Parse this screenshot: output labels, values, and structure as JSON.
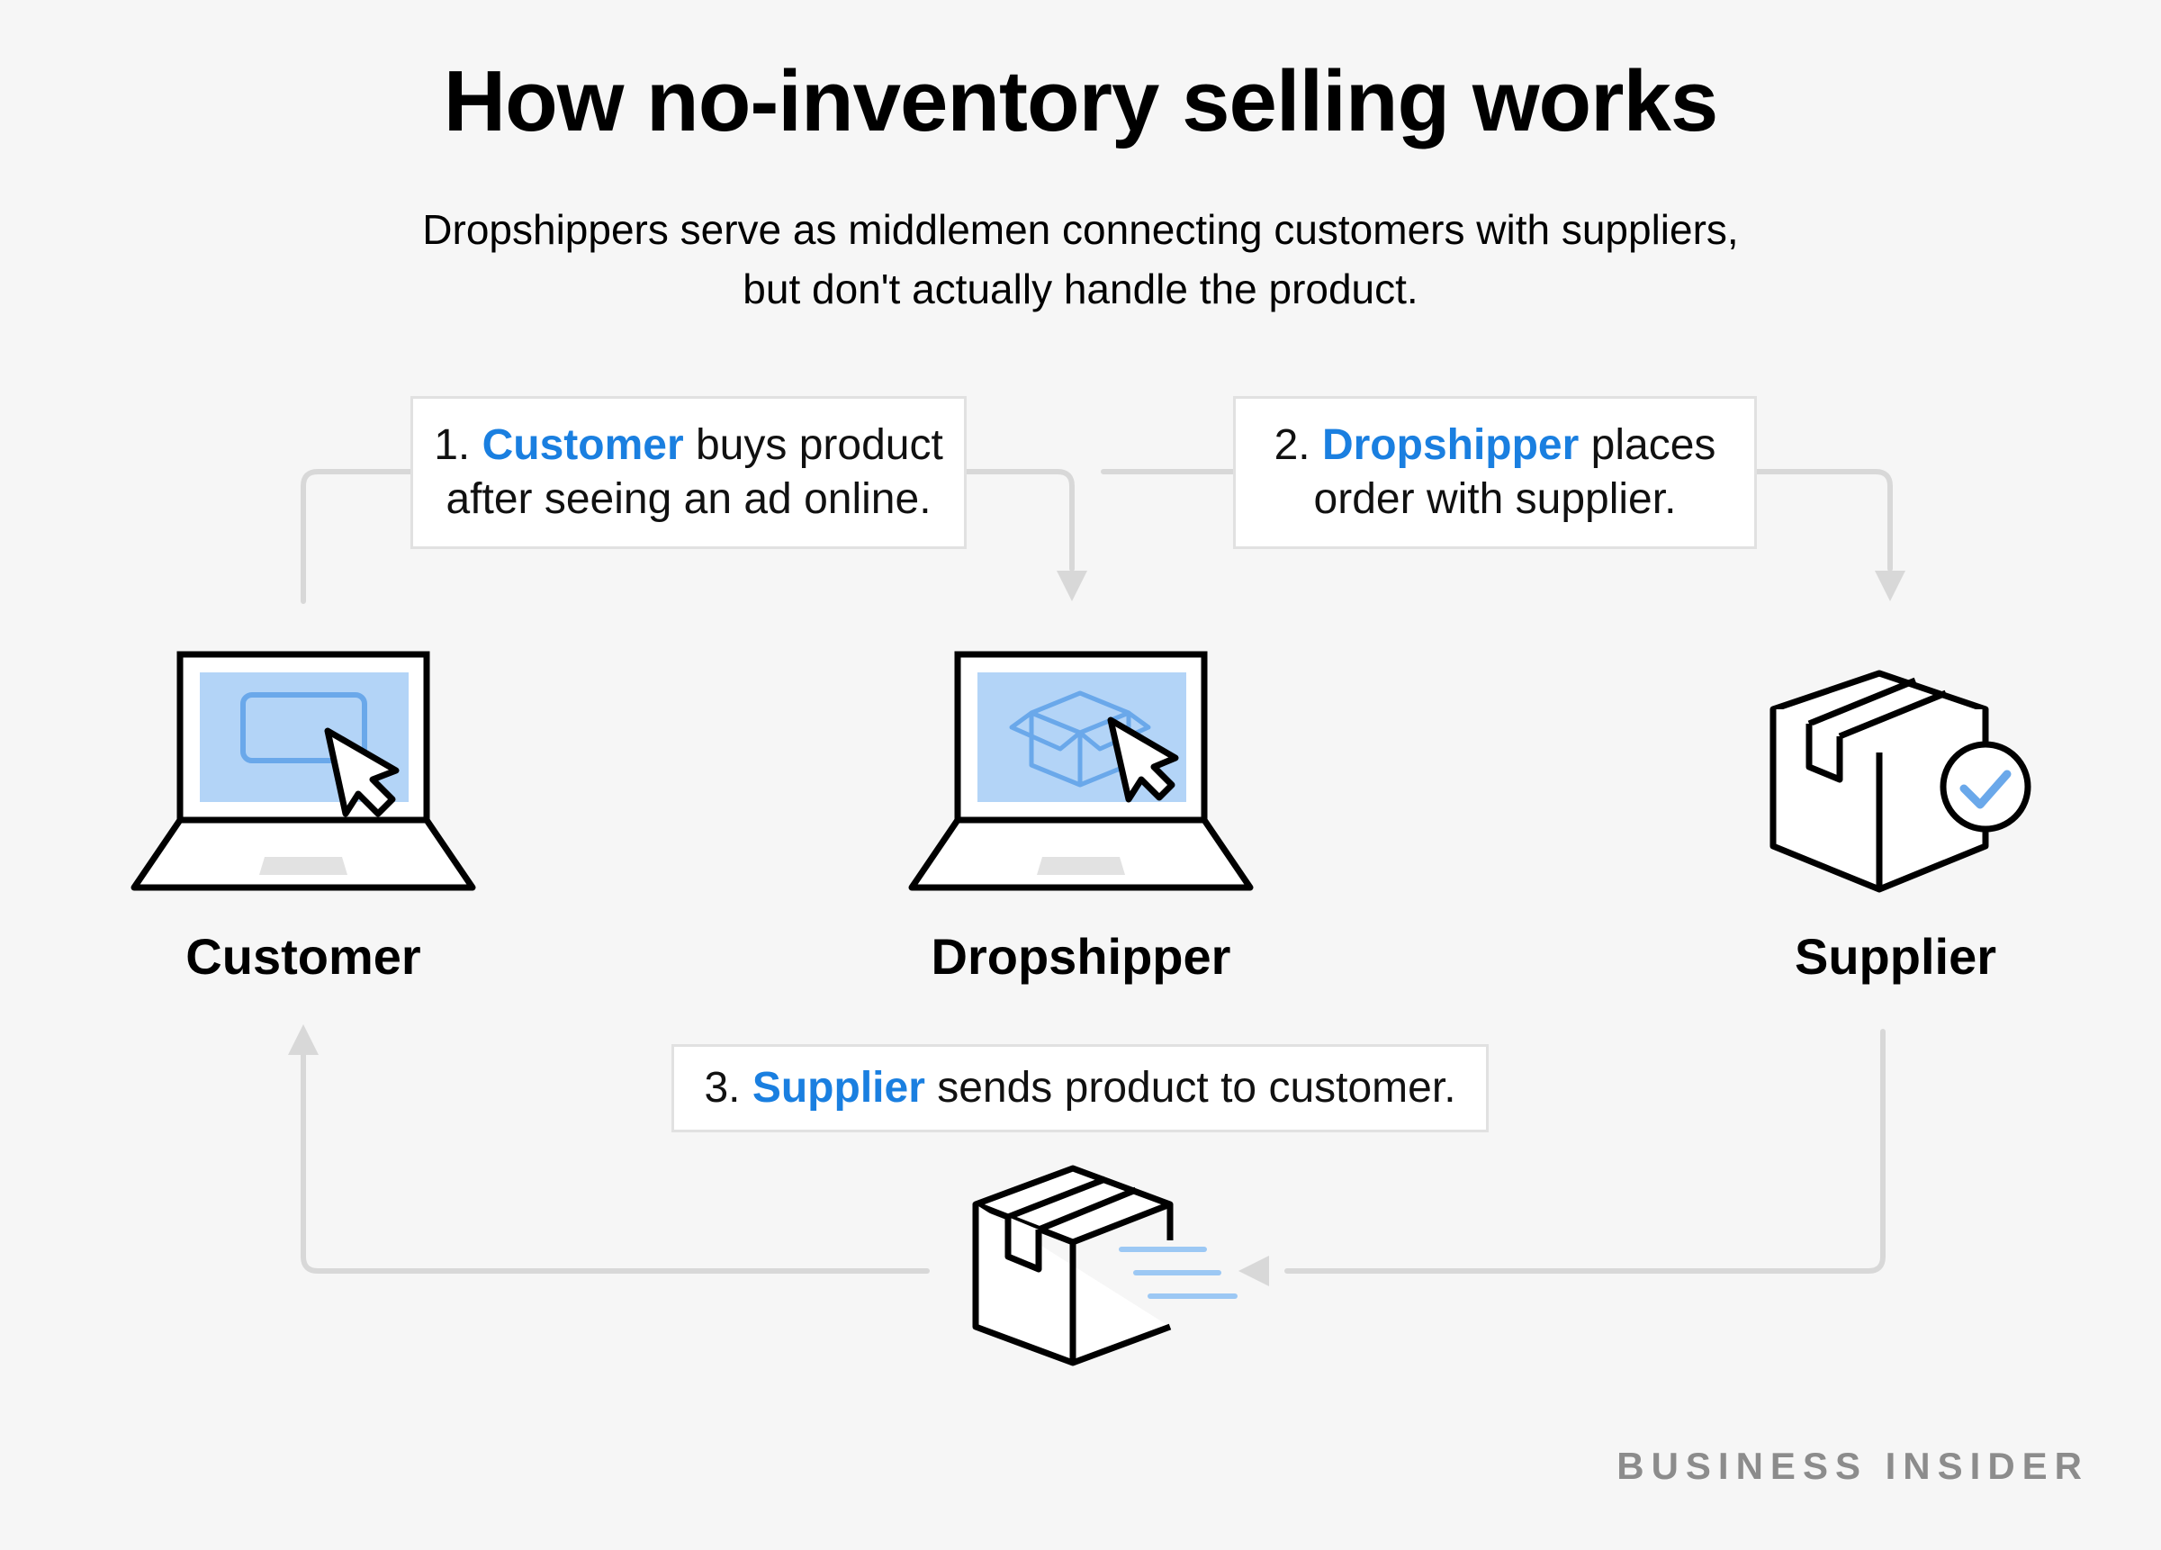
{
  "header": {
    "title": "How no-inventory selling works",
    "subtitle_line1": "Dropshippers serve as middlemen connecting customers with suppliers,",
    "subtitle_line2": "but don't actually handle the product."
  },
  "nodes": {
    "customer": "Customer",
    "dropshipper": "Dropshipper",
    "supplier": "Supplier"
  },
  "steps": [
    {
      "number": "1.",
      "actor": "Customer",
      "text_a": "buys product",
      "text_b": "after seeing an ad online."
    },
    {
      "number": "2.",
      "actor": "Dropshipper",
      "text_a": "places",
      "text_b": "order with supplier."
    },
    {
      "number": "3.",
      "actor": "Supplier",
      "text_a": "sends product to customer."
    }
  ],
  "colors": {
    "accent": "#1a7fe0",
    "screen": "#b3d4f7",
    "connector": "#d8d8d8",
    "background": "#f6f6f6"
  },
  "icons": {
    "customer": "laptop-cursor-icon",
    "dropshipper": "laptop-box-icon",
    "supplier": "box-check-icon",
    "shipping": "moving-box-icon"
  },
  "brand": "BUSINESS INSIDER"
}
